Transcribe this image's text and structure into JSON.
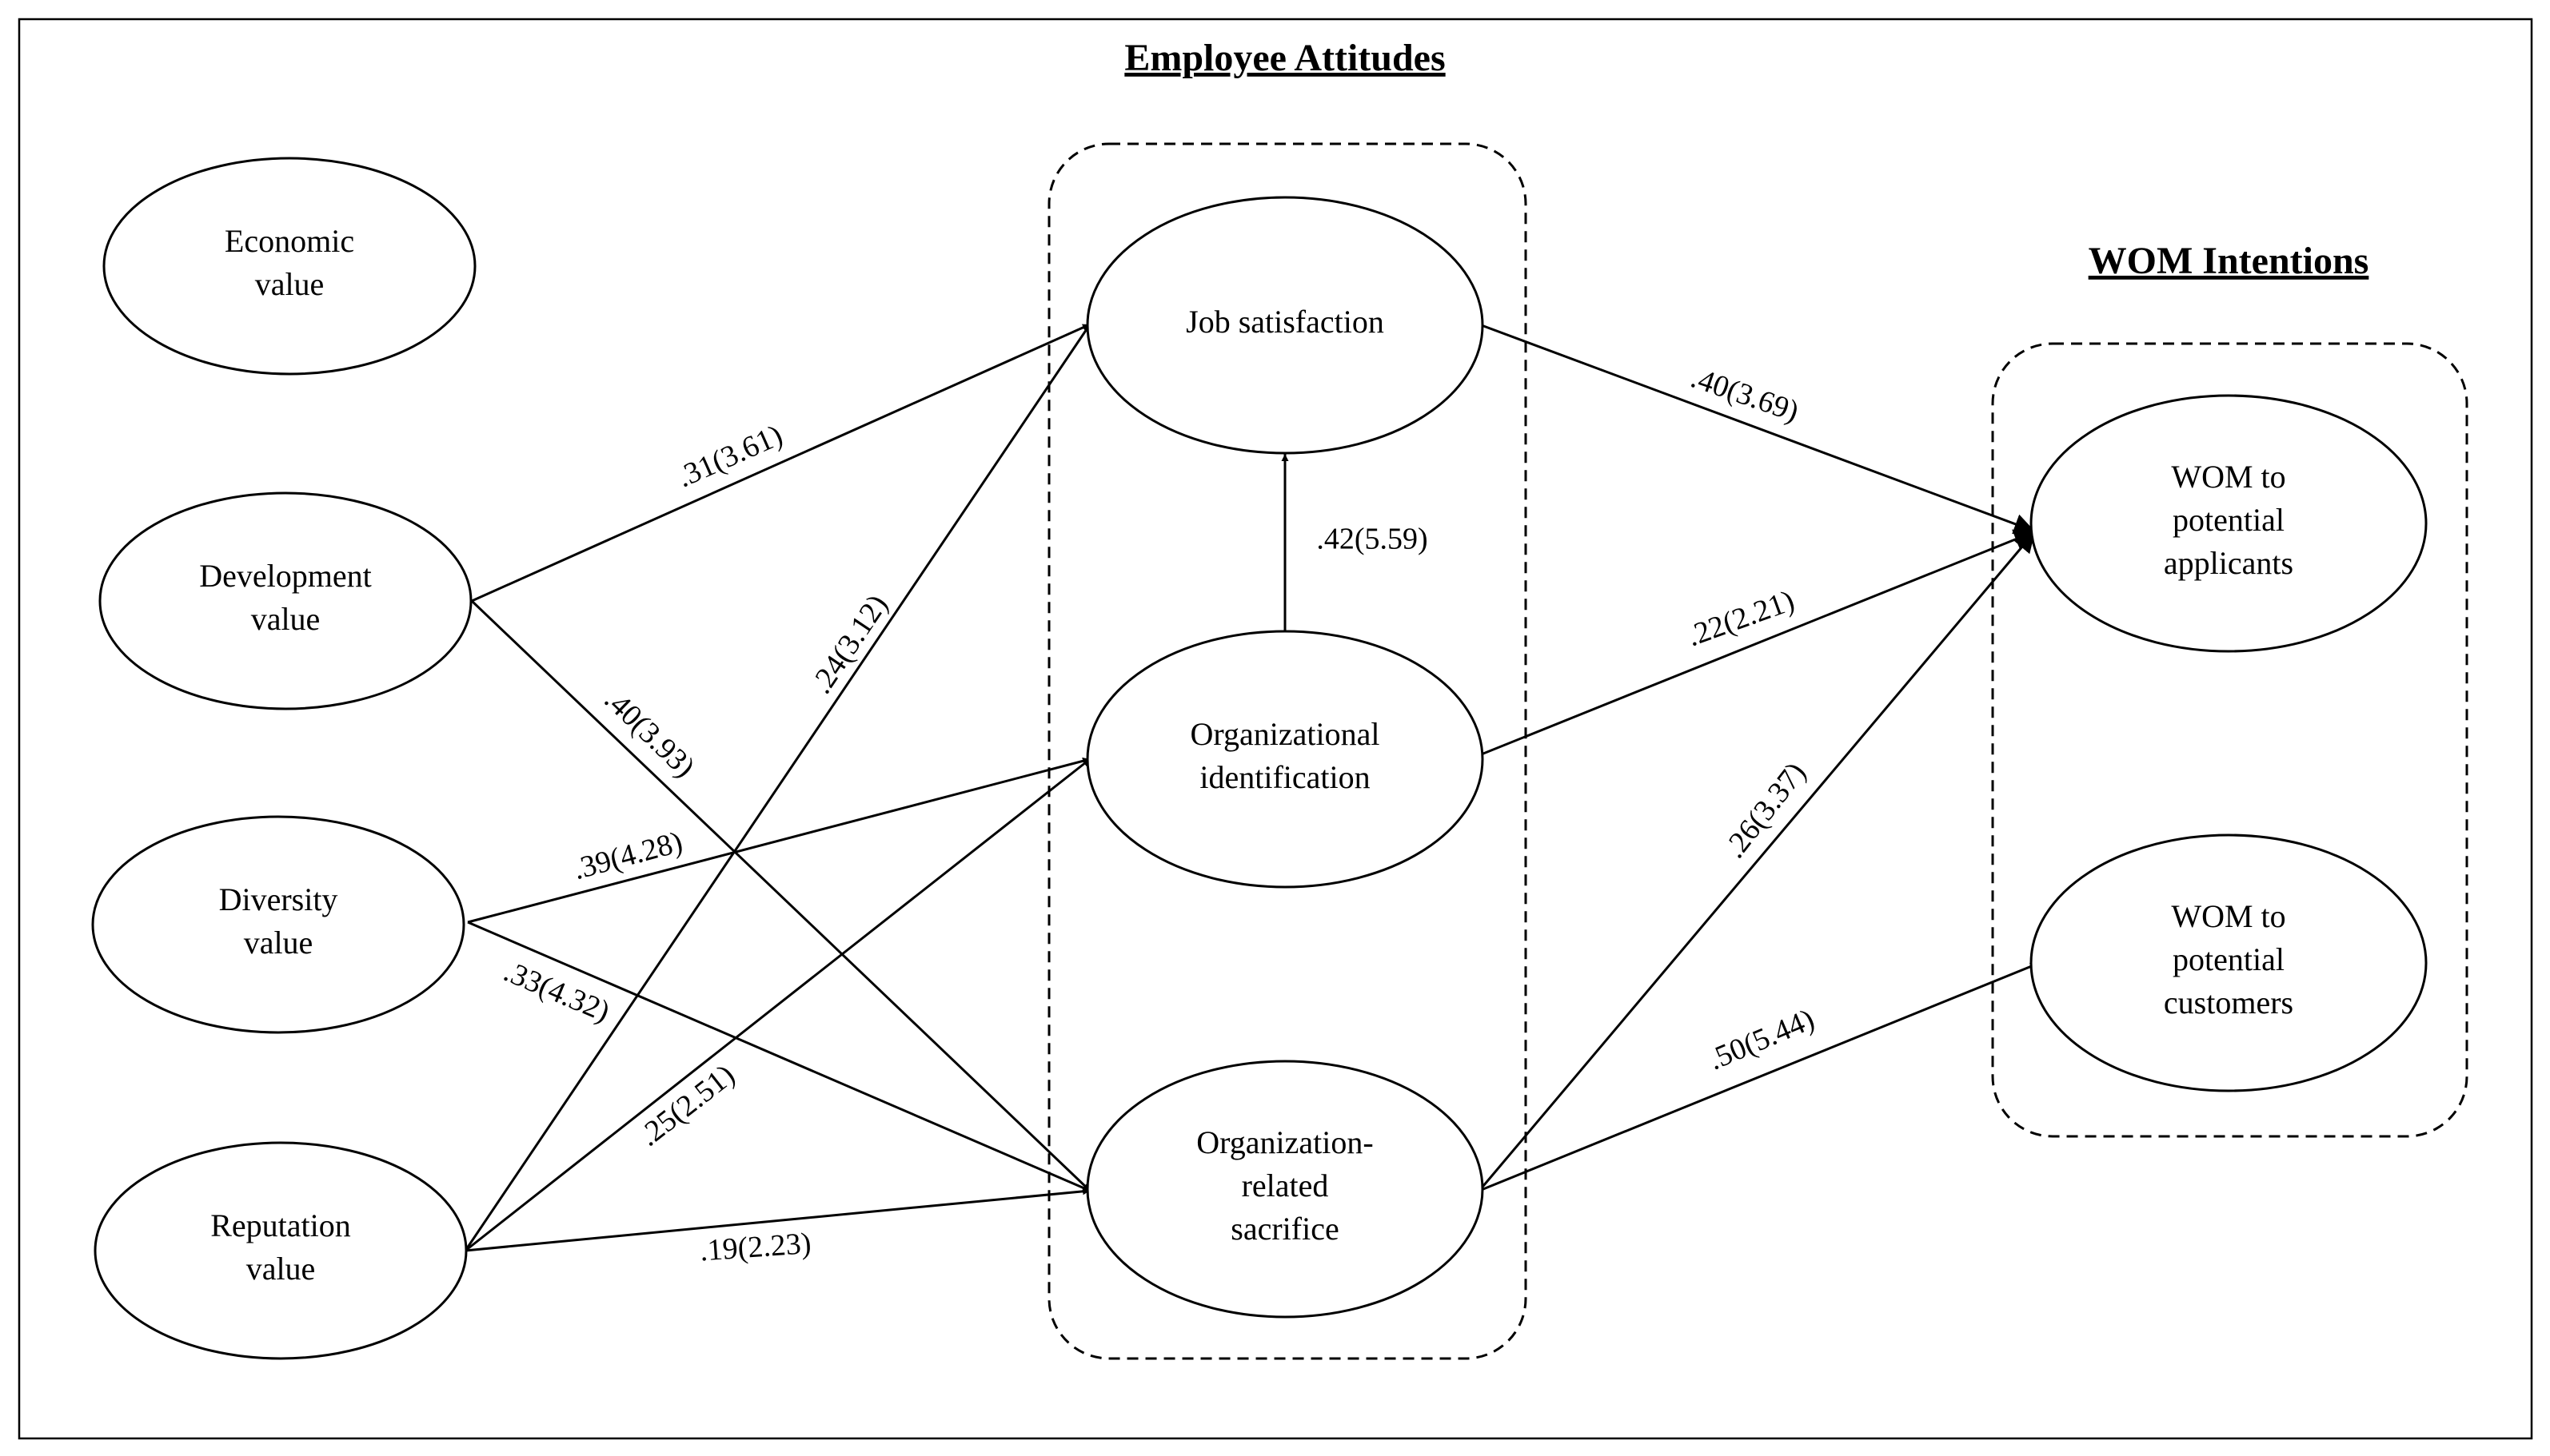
{
  "groups": {
    "employee_attitudes": "Employee Attitudes",
    "wom_intentions": "WOM Intentions"
  },
  "nodes": {
    "economic": [
      "Economic",
      "value"
    ],
    "development": [
      "Development",
      "value"
    ],
    "diversity": [
      "Diversity",
      "value"
    ],
    "reputation": [
      "Reputation",
      "value"
    ],
    "job_satisfaction": [
      "Job satisfaction"
    ],
    "org_identification": [
      "Organizational",
      "identification"
    ],
    "org_sacrifice": [
      "Organization-",
      "related",
      "sacrifice"
    ],
    "wom_applicants": [
      "WOM to",
      "potential",
      "applicants"
    ],
    "wom_customers": [
      "WOM to",
      "potential",
      "customers"
    ]
  },
  "edges": [
    {
      "from": "development",
      "to": "job_satisfaction",
      "label": ".31(3.61)"
    },
    {
      "from": "development",
      "to": "org_sacrifice",
      "label": ".40(3.93)"
    },
    {
      "from": "diversity",
      "to": "org_identification",
      "label": ".39(4.28)"
    },
    {
      "from": "diversity",
      "to": "org_sacrifice",
      "label": ".33(4.32)"
    },
    {
      "from": "reputation",
      "to": "job_satisfaction",
      "label": ".24(3.12)"
    },
    {
      "from": "reputation",
      "to": "org_identification",
      "label": ".25(2.51)"
    },
    {
      "from": "reputation",
      "to": "org_sacrifice",
      "label": ".19(2.23)"
    },
    {
      "from": "org_identification",
      "to": "job_satisfaction",
      "label": ".42(5.59)"
    },
    {
      "from": "job_satisfaction",
      "to": "wom_applicants",
      "label": ".40(3.69)"
    },
    {
      "from": "org_identification",
      "to": "wom_applicants",
      "label": ".22(2.21)"
    },
    {
      "from": "org_sacrifice",
      "to": "wom_applicants",
      "label": ".26(3.37)"
    },
    {
      "from": "org_sacrifice",
      "to": "wom_customers",
      "label": ".50(5.44)"
    }
  ]
}
